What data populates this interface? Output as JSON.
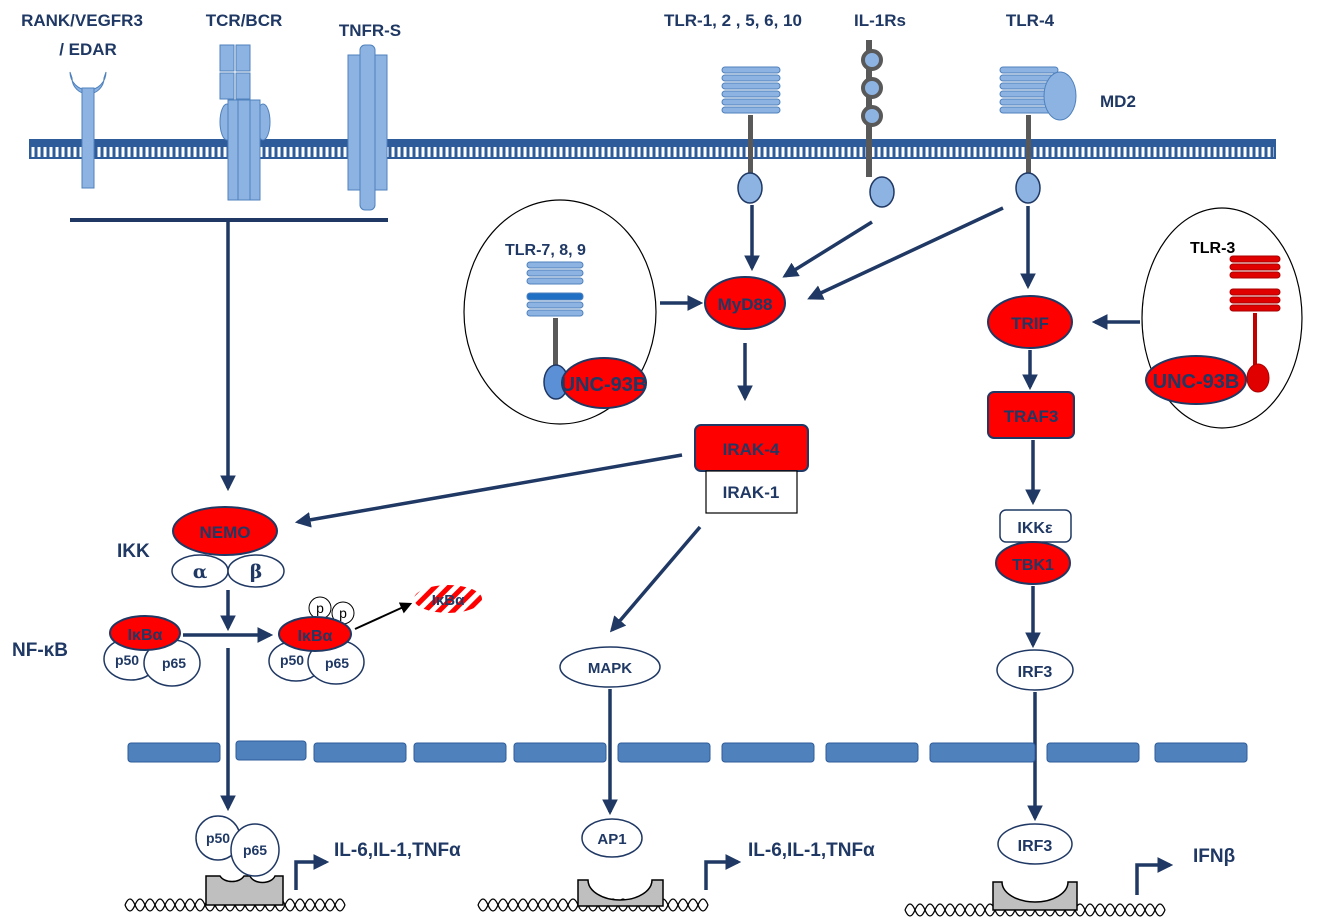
{
  "receptors": {
    "rank": "RANK/VEGFR3",
    "edar": "/ EDAR",
    "tcr": "TCR/BCR",
    "tnfr": "TNFR-S",
    "tlr1": "TLR-1, 2 , 5, 6, 10",
    "il1r": "IL-1Rs",
    "tlr4": "TLR-4",
    "md2": "MD2",
    "tlr789": "TLR-7, 8, 9",
    "tlr3": "TLR-3"
  },
  "nodes": {
    "myd88": "MyD88",
    "unc93b_left": "UNC-93B",
    "unc93b_right": "UNC-93B",
    "trif": "TRIF",
    "traf3": "TRAF3",
    "irak4": "IRAK-4",
    "irak1": "IRAK-1",
    "ikke": "IKKε",
    "tbk1": "TBK1",
    "irf3": "IRF3",
    "irf3_nuc": "IRF3",
    "nemo": "NEMO",
    "ikk_alpha": "α",
    "ikk_beta": "β",
    "ikb_left": "IκBα",
    "ikb_mid": "IκBα",
    "ikb_degraded": "IκBα",
    "p50_left": "p50",
    "p65_left": "p65",
    "p50_mid": "p50",
    "p65_mid": "p65",
    "p50_nuc": "p50",
    "p65_nuc": "p65",
    "phospho1": "p",
    "phospho2": "p",
    "mapk": "MAPK",
    "ap1": "AP1"
  },
  "side_labels": {
    "ikk": "IKK",
    "nfkb": "NF-κB"
  },
  "outputs": {
    "nfkb_out": "IL-6,IL-1,TNFα",
    "ap1_out": "IL-6,IL-1,TNFα",
    "irf3_out": "IFNβ"
  },
  "colors": {
    "dark_blue": "#1f3864",
    "receptor_blue": "#8db3e2",
    "red": "#ff0000",
    "membrane": "#3a6fb5",
    "nuclear_membrane": "#4f81bd",
    "promoter_gray": "#bfbfbf"
  }
}
